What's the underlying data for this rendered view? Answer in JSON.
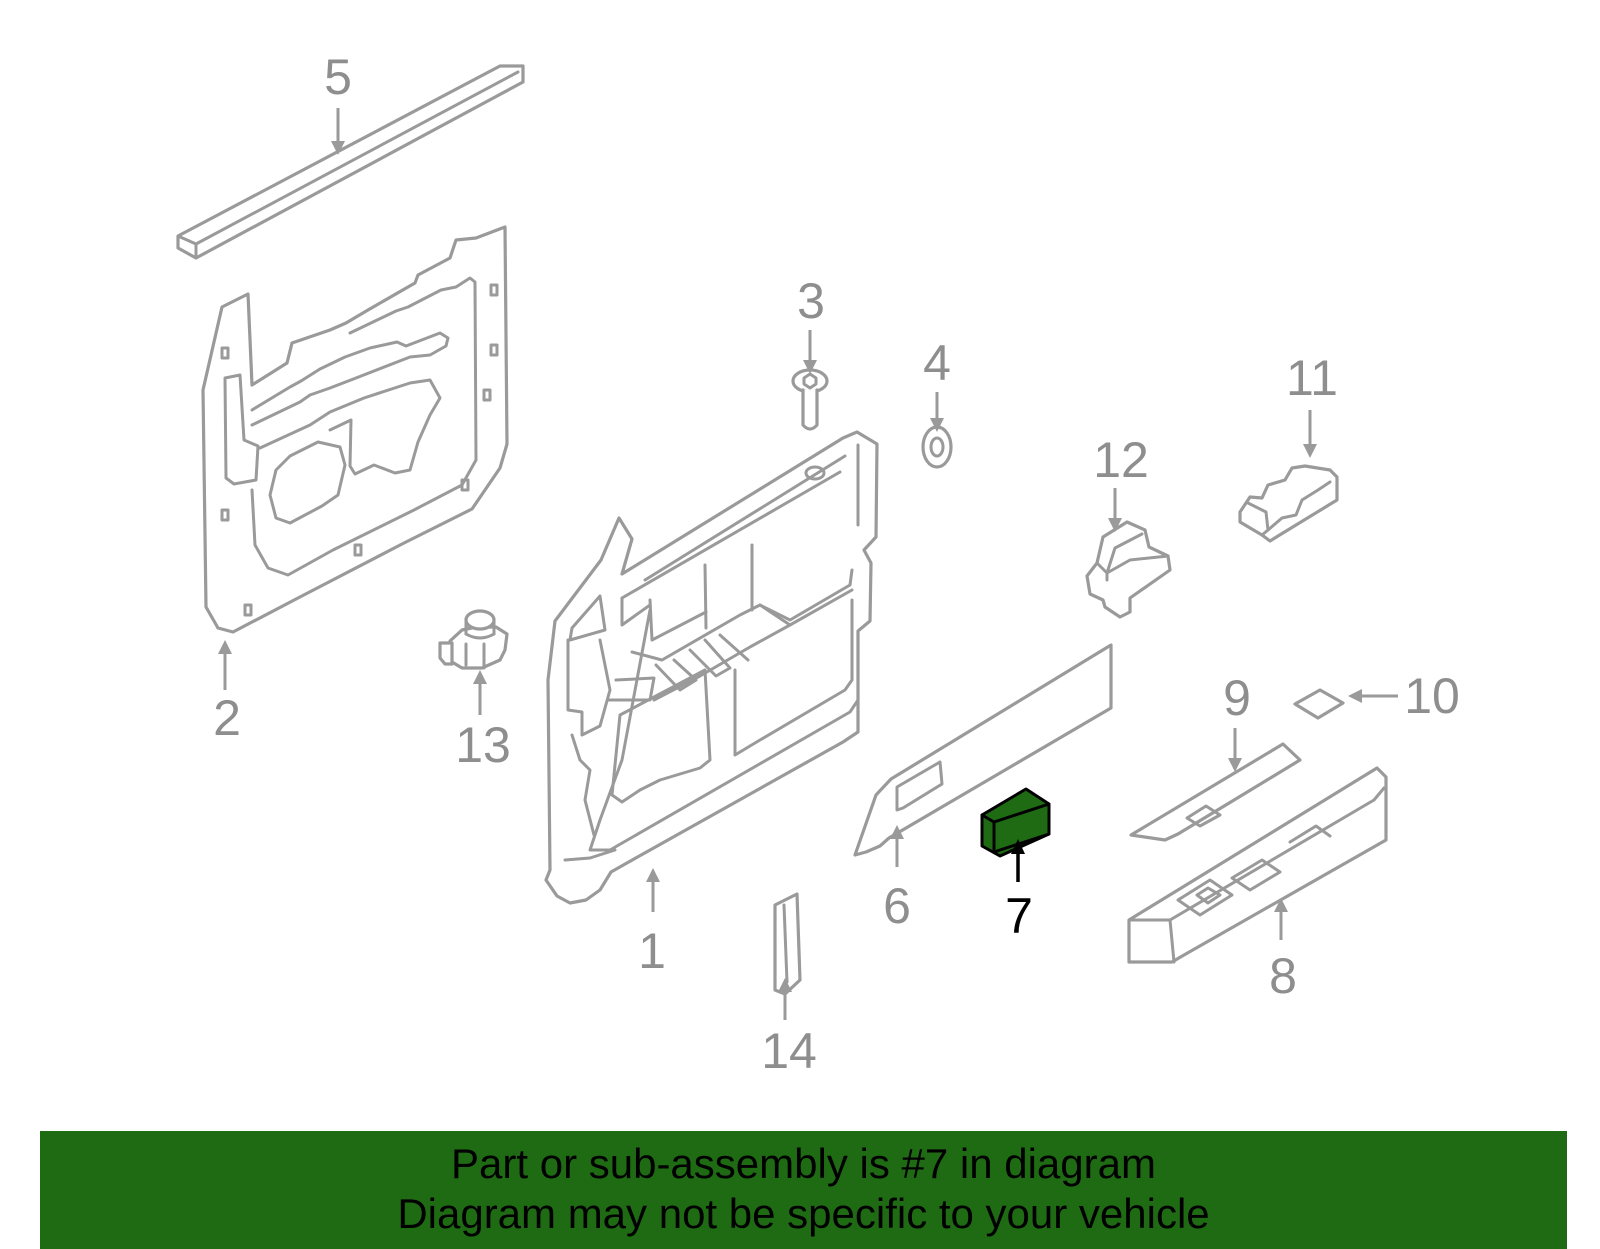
{
  "diagram": {
    "highlighted_part": "7",
    "colors": {
      "highlight": "#1f6b14",
      "line": "#9a9a9a",
      "active_label": "#000000"
    },
    "callouts": {
      "c1": "1",
      "c2": "2",
      "c3": "3",
      "c4": "4",
      "c5": "5",
      "c6": "6",
      "c7": "7",
      "c8": "8",
      "c9": "9",
      "c10": "10",
      "c11": "11",
      "c12": "12",
      "c13": "13",
      "c14": "14"
    }
  },
  "banner": {
    "line1": "Part or sub-assembly is #7 in diagram",
    "line2": "Diagram may not be specific to your vehicle"
  }
}
